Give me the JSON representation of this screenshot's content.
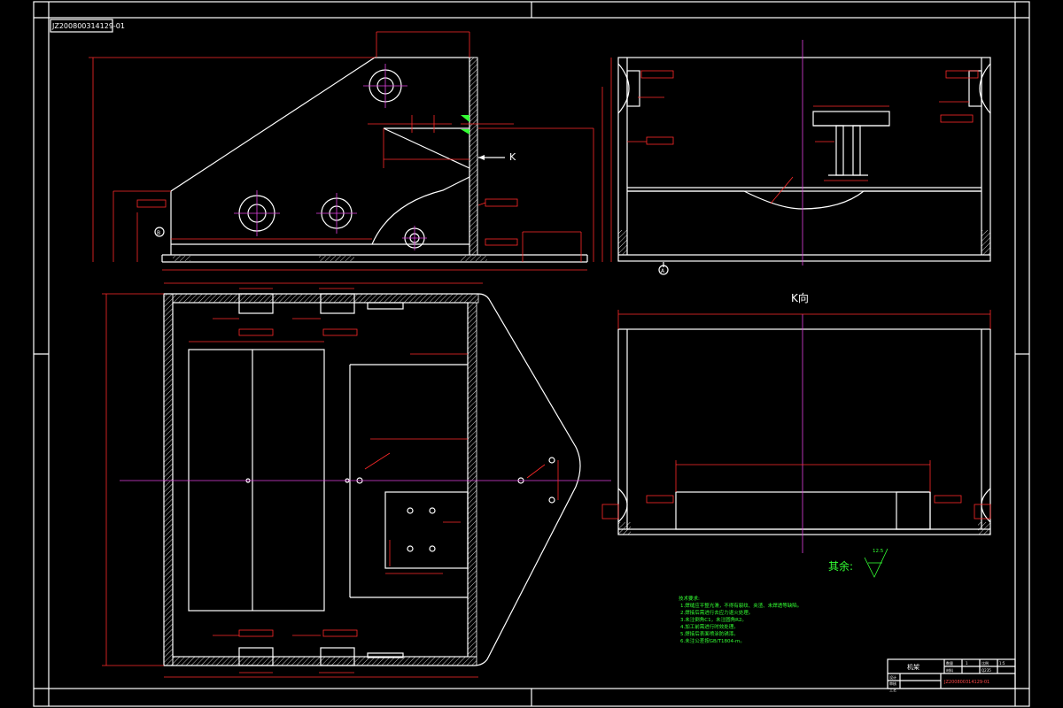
{
  "drawing_number": "JZ200800314129-01",
  "section_marker": "K",
  "view_title": "K向",
  "datum": "A",
  "datum_b": "B",
  "surface_finish": {
    "symbol_label": "其余:",
    "value": "12.5"
  },
  "tech_requirements": {
    "title": "技术要求:",
    "lines": [
      "1.焊缝应平整光滑，不得有裂纹、夹渣、未焊透等缺陷。",
      "2.焊接后需进行去应力退火处理。",
      "3.未注倒角C1，未注圆角R2。",
      "4.加工前需进行时效处理。",
      "5.焊接后表面喷涂防锈漆。",
      "6.未注公差按GB/T1804-m。"
    ]
  },
  "title_block": {
    "part_name": "机架",
    "rows": [
      "设计",
      "审核",
      "工艺"
    ],
    "cells": [
      "数量",
      "1",
      "比例",
      "1:5",
      "材料",
      "Q235"
    ]
  }
}
